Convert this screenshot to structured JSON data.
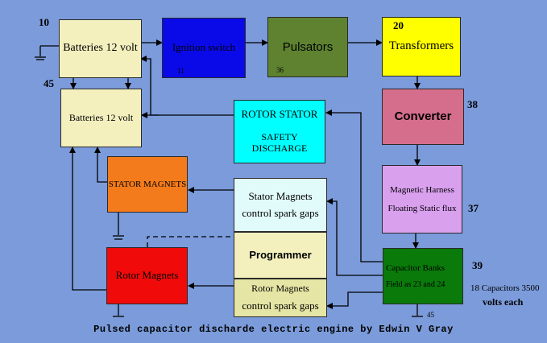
{
  "blocks": {
    "batteries_top": "Batteries 12 volt",
    "ignition_switch": "Ignition switch",
    "pulsators": "Pulsators",
    "transformers": "Transformers",
    "batteries_bottom": "Batteries 12 volt",
    "rotor_stator_line1": "ROTOR STATOR",
    "rotor_stator_line2": "SAFETY DISCHARGE",
    "converter": "Converter",
    "stator_magnets": "STATOR MAGNETS",
    "stator_gaps_line1": "Stator Magnets",
    "stator_gaps_line2": "control spark gaps",
    "magnetic_harness_line1": "Magnetic Harness",
    "magnetic_harness_line2": "Floating Static flux",
    "programmer": "Programmer",
    "rotor_magnets": "Rotor Magnets",
    "rotor_gaps_line1": "Rotor Magnets",
    "rotor_gaps_line2": "control spark gaps",
    "capacitor_banks_line1": "Capacitor Banks",
    "capacitor_banks_line2": "Field as 23  and 24"
  },
  "numbers": {
    "n10": "10",
    "n45a": "45",
    "n11": "11",
    "n36": "36",
    "n20": "20",
    "n38": "38",
    "n37": "37",
    "n39": "39",
    "n45b": "45"
  },
  "notes": {
    "capacitors_line1": "18 Capacitors 3500",
    "capacitors_line2": "volts each"
  },
  "caption": "Pulsed capacitor discharde electric engine by Edwin V Gray",
  "colors": {
    "background": "#7B9BDA",
    "batteries": "#F3F0BE",
    "ignition": "#0A0AE8",
    "pulsators": "#5E8230",
    "transformers": "#FFFF00",
    "converter": "#D56E8C",
    "rotor_stator": "#00FFFF",
    "magnetic_harness": "#D9A0EE",
    "stator_magnets": "#F47B1B",
    "spark_gaps_light": "#E1FAFA",
    "programmer": "#F3F0BE",
    "rotor_gaps": "#E5E5A5",
    "rotor_magnets": "#F00A0A",
    "capacitor_banks": "#0A7A0A"
  }
}
